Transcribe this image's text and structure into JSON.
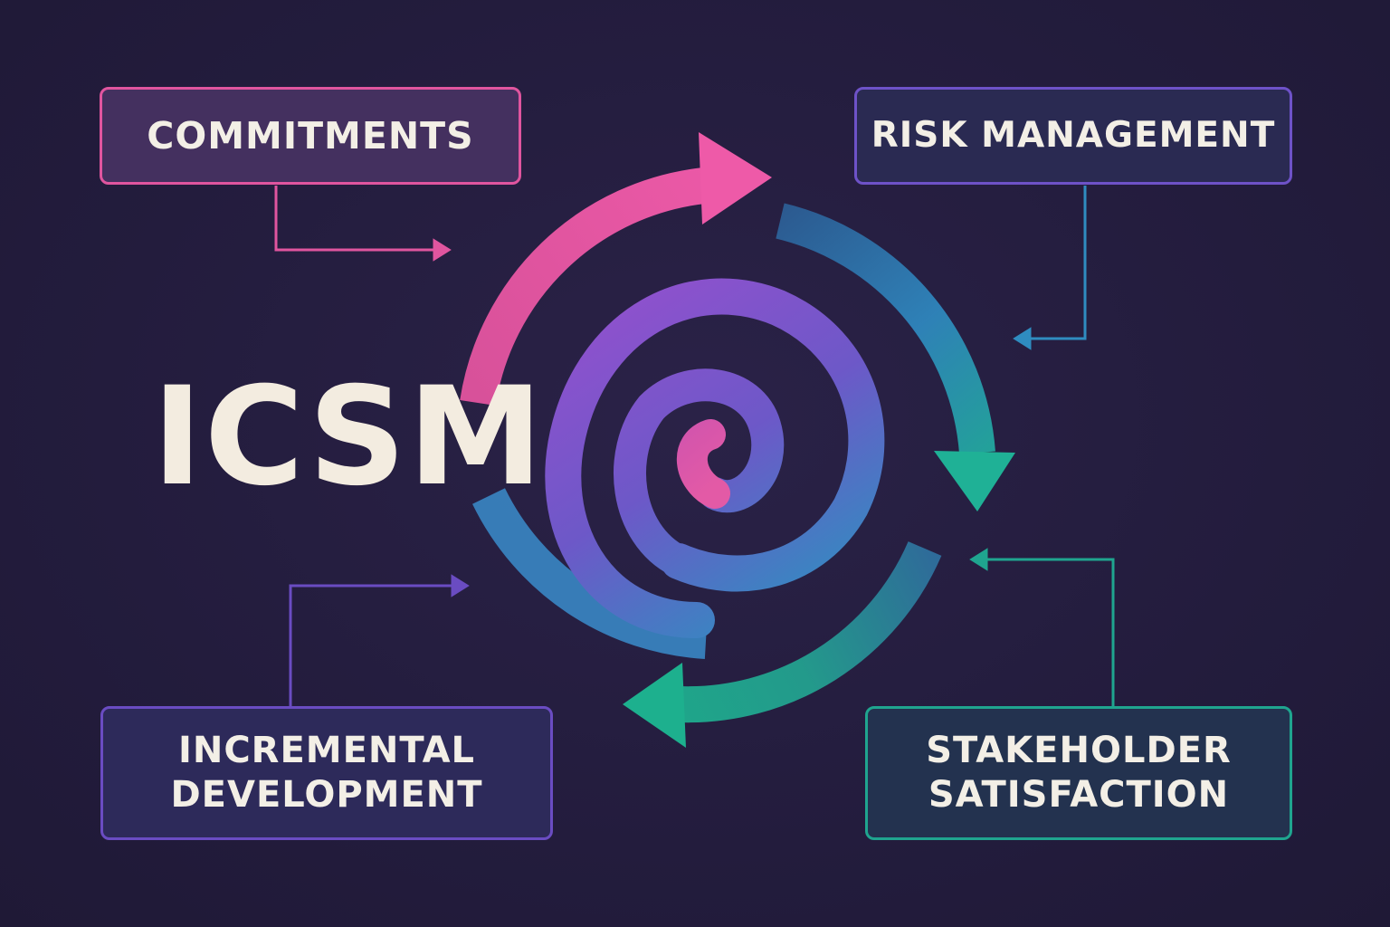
{
  "title": "ICSM",
  "boxes": {
    "commitments": {
      "label": "COMMITMENTS",
      "color": "#e0559f"
    },
    "risk": {
      "label": "RISK MANAGEMENT",
      "color": "#6e52c8"
    },
    "incremental": {
      "label": "INCREMENTAL\nDEVELOPMENT",
      "color": "#6a4cc2"
    },
    "stakeholder": {
      "label": "STAKEHOLDER\nSATISFACTION",
      "color": "#1fa58f"
    }
  },
  "colors": {
    "background": "#231c3d",
    "title_text": "#f3ece0",
    "spiral_pink": "#e0559f",
    "spiral_purple": "#8a4fd0",
    "spiral_blue": "#3a8bc8",
    "spiral_teal": "#1fb093"
  }
}
